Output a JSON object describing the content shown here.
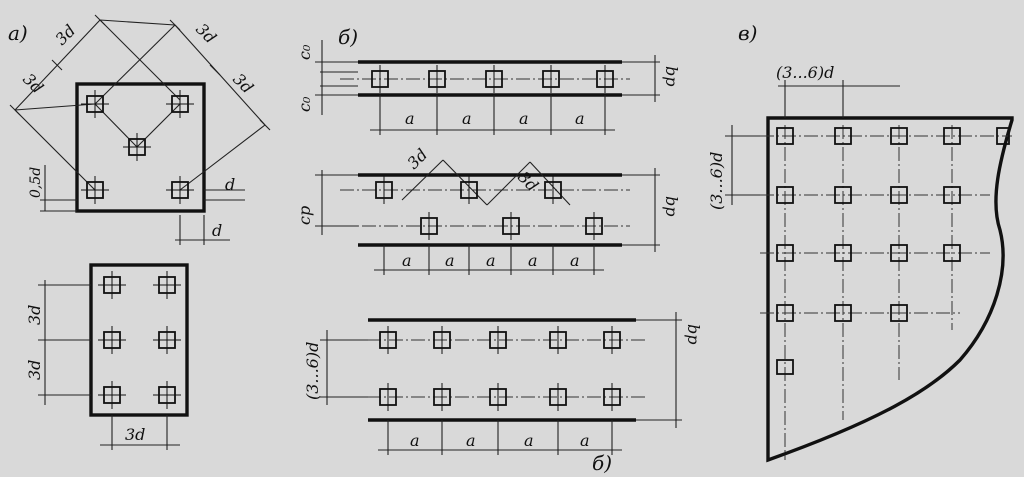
{
  "panels": {
    "a": {
      "label": "а)"
    },
    "b": {
      "label": "б)"
    },
    "v": {
      "label": "в)"
    }
  },
  "dims": {
    "d3": "3d",
    "d": "d",
    "d05": "0,5d",
    "a": "a",
    "co": "c₀",
    "cp": "cр",
    "bp": "bр",
    "range": "(3...6)d"
  },
  "colors": {
    "paper": "#d9d9d9",
    "ink": "#111111"
  }
}
